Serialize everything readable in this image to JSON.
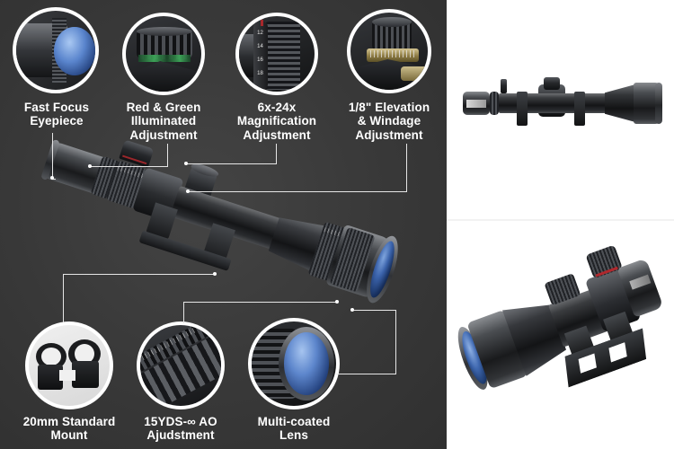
{
  "layout": {
    "panel_bg": "#373737",
    "photo_bg": "#ffffff",
    "label_color": "#ffffff",
    "line_color": "#e6e6e6"
  },
  "features": [
    {
      "id": "fast-focus-eyepiece",
      "label_lines": [
        "Fast Focus",
        "Eyepiece"
      ],
      "icon": "eyepiece-lens-icon"
    },
    {
      "id": "red-green-illuminated-adjustment",
      "label_lines": [
        "Red & Green",
        "Illuminated",
        "Adjustment"
      ],
      "icon": "illumination-dial-icon"
    },
    {
      "id": "magnification-adjustment",
      "label_lines": [
        "6x-24x",
        "Magnification",
        "Adjustment"
      ],
      "icon": "magnification-ring-icon",
      "ring_numbers": [
        "12",
        "14",
        "16",
        "18"
      ]
    },
    {
      "id": "elevation-windage-adjustment",
      "label_lines": [
        "1/8\" Elevation",
        "& Windage",
        "Adjustment"
      ],
      "icon": "turret-knob-icon"
    },
    {
      "id": "standard-mount",
      "label_lines": [
        "20mm Standard",
        "Mount"
      ],
      "icon": "scope-rings-mount-icon"
    },
    {
      "id": "ao-adjustment",
      "label_lines": [
        "15YDS-∞ AO",
        "Ajudstment"
      ],
      "icon": "ao-ring-icon"
    },
    {
      "id": "multi-coated-lens",
      "label_lines": [
        "Multi-coated",
        "Lens"
      ],
      "icon": "objective-lens-icon"
    }
  ],
  "photos": {
    "top": {
      "name": "scope-side-profile-photo",
      "alt_icon": "rifle-scope-side-view"
    },
    "bottom": {
      "name": "scope-angled-photo",
      "alt_icon": "rifle-scope-angled-view"
    }
  },
  "hero": {
    "name": "main-scope-illustration",
    "alt_icon": "rifle-scope-three-quarter-view"
  }
}
